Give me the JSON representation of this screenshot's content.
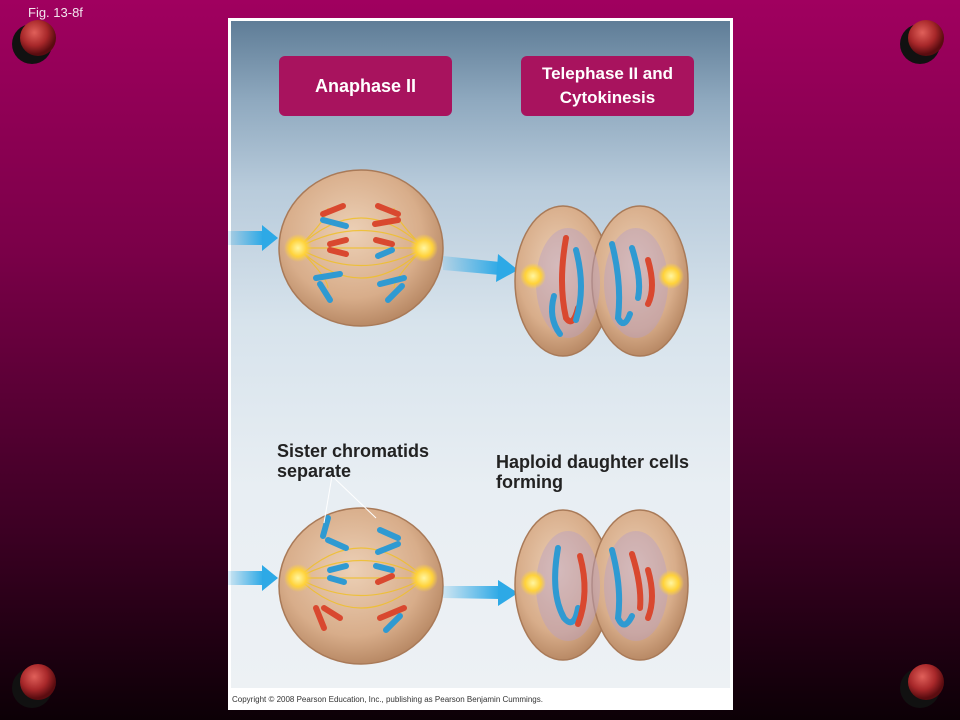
{
  "slide": {
    "figure_label": "Fig. 13-8f",
    "copyright": "Copyright © 2008 Pearson Education, Inc., publishing as Pearson Benjamin Cummings."
  },
  "stages": {
    "anaphase": "Anaphase II",
    "telophase": "Telephase II and Cytokinesis"
  },
  "captions": {
    "sister": "Sister chromatids separate",
    "haploid": "Haploid daughter cells forming"
  },
  "colors": {
    "stage_box": "#a8135e",
    "chromosome_red": "#d9482f",
    "chromosome_blue": "#2f9ad2",
    "cell_fill": "#d8ad8a",
    "arrow": "#2da9e6"
  }
}
